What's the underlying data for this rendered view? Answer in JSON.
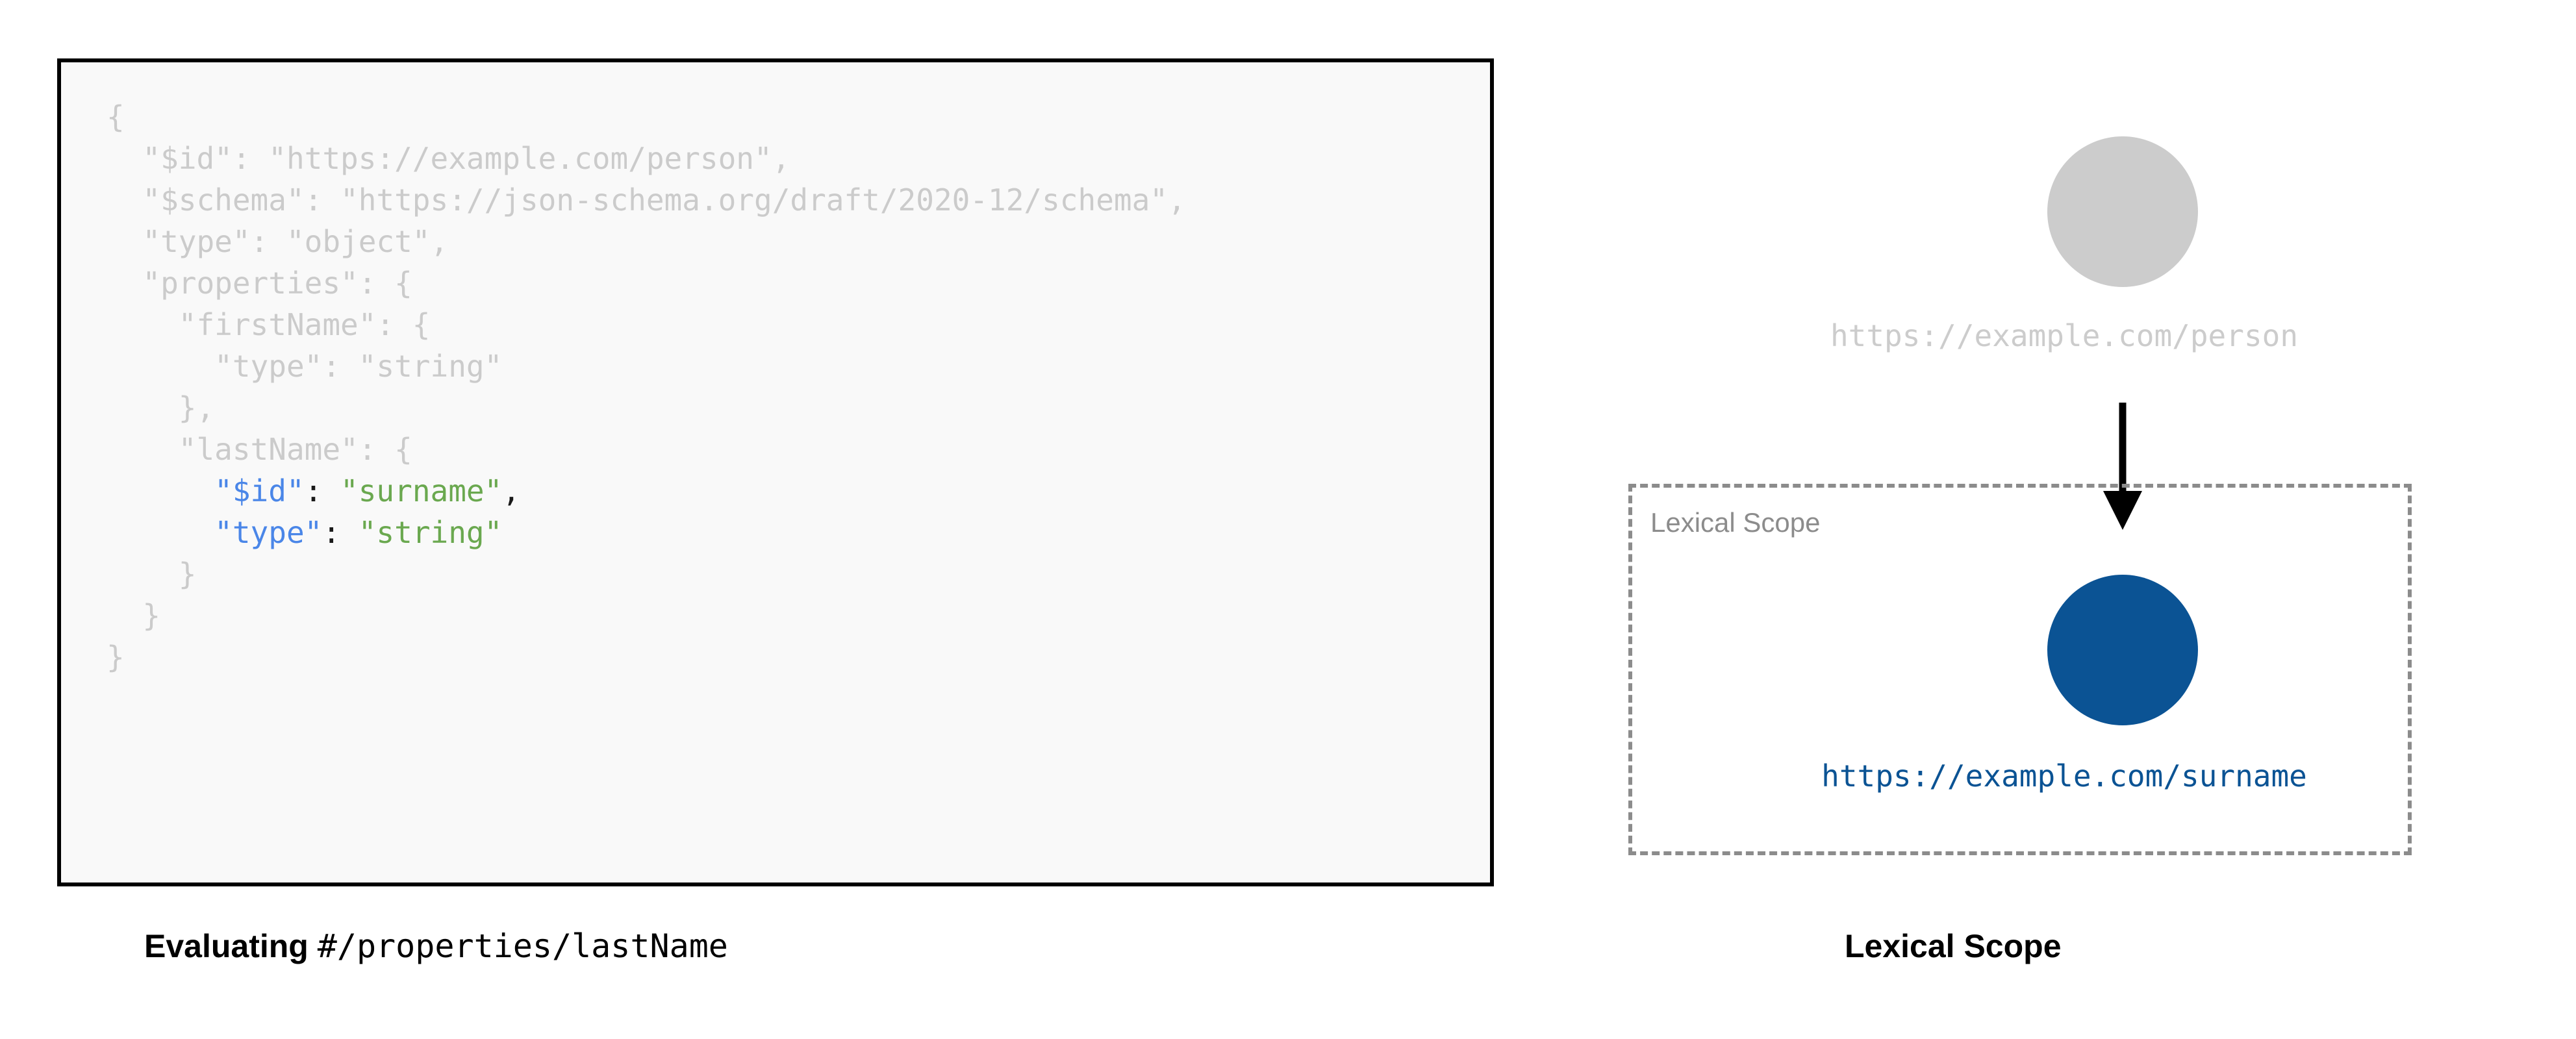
{
  "code_panel": {
    "lines": [
      {
        "indent": 0,
        "segments": [
          {
            "text": "{",
            "style": "dim"
          }
        ]
      },
      {
        "indent": 1,
        "segments": [
          {
            "text": "\"$id\": \"https://example.com/person\",",
            "style": "dim"
          }
        ]
      },
      {
        "indent": 1,
        "segments": [
          {
            "text": "\"$schema\": \"https://json-schema.org/draft/2020-12/schema\",",
            "style": "dim"
          }
        ]
      },
      {
        "indent": 1,
        "segments": [
          {
            "text": "\"type\": \"object\",",
            "style": "dim"
          }
        ]
      },
      {
        "indent": 1,
        "segments": [
          {
            "text": "\"properties\": {",
            "style": "dim"
          }
        ]
      },
      {
        "indent": 2,
        "segments": [
          {
            "text": "\"firstName\": {",
            "style": "dim"
          }
        ]
      },
      {
        "indent": 3,
        "segments": [
          {
            "text": "\"type\": \"string\"",
            "style": "dim"
          }
        ]
      },
      {
        "indent": 2,
        "segments": [
          {
            "text": "},",
            "style": "dim"
          }
        ]
      },
      {
        "indent": 2,
        "segments": [
          {
            "text": "\"lastName\": {",
            "style": "dim"
          }
        ]
      },
      {
        "indent": 3,
        "segments": [
          {
            "text": "\"$id\"",
            "style": "key"
          },
          {
            "text": ": ",
            "style": "punct"
          },
          {
            "text": "\"surname\"",
            "style": "str"
          },
          {
            "text": ",",
            "style": "punct"
          }
        ]
      },
      {
        "indent": 3,
        "segments": [
          {
            "text": "\"type\"",
            "style": "key"
          },
          {
            "text": ": ",
            "style": "punct"
          },
          {
            "text": "\"string\"",
            "style": "str"
          }
        ]
      },
      {
        "indent": 2,
        "segments": [
          {
            "text": "}",
            "style": "dim"
          }
        ]
      },
      {
        "indent": 1,
        "segments": [
          {
            "text": "}",
            "style": "dim"
          }
        ]
      },
      {
        "indent": 0,
        "segments": [
          {
            "text": "}",
            "style": "dim"
          }
        ]
      }
    ],
    "caption": {
      "bold_part": "Evaluating",
      "mono_part": "#/properties/lastName"
    }
  },
  "diagram_panel": {
    "root_node": {
      "label": "https://example.com/person",
      "color": "#cccccc"
    },
    "scope_box": {
      "label": "Lexical Scope",
      "border_color": "#8c8c8c"
    },
    "scoped_node": {
      "label": "https://example.com/surname",
      "color": "#0b5394"
    },
    "arrow": {
      "color": "#000000"
    },
    "caption": "Lexical Scope"
  },
  "colors": {
    "code_dim": "#cbcbcb",
    "code_key": "#4a86e8",
    "code_string": "#6aa84f",
    "code_bg": "#f9f9f9",
    "code_border": "#000000",
    "accent_blue": "#0b5394",
    "muted_gray": "#cccccc",
    "dash_gray": "#8c8c8c"
  }
}
